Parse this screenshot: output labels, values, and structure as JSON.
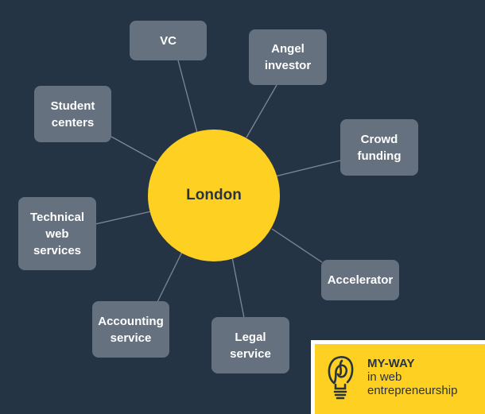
{
  "diagram": {
    "center": {
      "label": "London"
    },
    "nodes": [
      {
        "id": "vc",
        "label": "VC"
      },
      {
        "id": "angel",
        "label": "Angel\ninvestor"
      },
      {
        "id": "crowd",
        "label": "Crowd\nfunding"
      },
      {
        "id": "accelerator",
        "label": "Accelerator"
      },
      {
        "id": "legal",
        "label": "Legal\nservice"
      },
      {
        "id": "accounting",
        "label": "Accounting\nservice"
      },
      {
        "id": "technical",
        "label": "Technical\nweb\nservices"
      },
      {
        "id": "student",
        "label": "Student\ncenters"
      }
    ]
  },
  "logo": {
    "line1": "MY-WAY",
    "line2": "in web",
    "line3": "entrepreneurship"
  },
  "colors": {
    "background": "#253445",
    "node": "#66717f",
    "hub": "#fdd021",
    "connector": "#7d8896",
    "text_dark": "#2a3441"
  },
  "icons": {
    "logo": "lightbulb-spiral-icon"
  }
}
